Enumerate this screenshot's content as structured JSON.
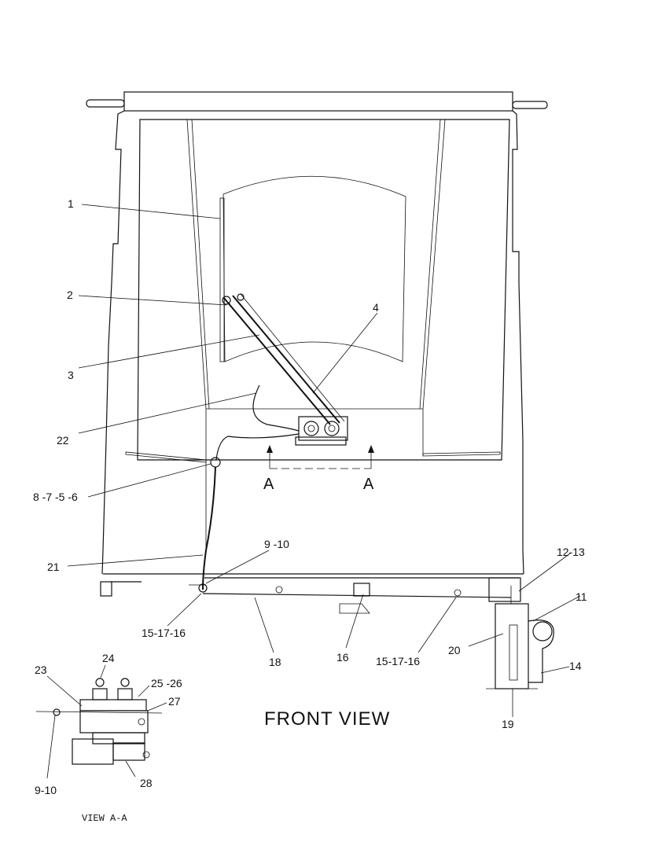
{
  "title": "FRONT VIEW",
  "subtitle": "VIEW A-A",
  "section_mark": "A",
  "callouts": {
    "c1": "1",
    "c2": "2",
    "c3": "3",
    "c4": "4",
    "c22": "22",
    "c8": "8 -7 -5 -6",
    "c21": "21",
    "c9top": "9 -10",
    "c15left": "15-17-16",
    "c18": "18",
    "c16": "16",
    "c15right": "15-17-16",
    "c12": "12-13",
    "c11": "11",
    "c20": "20",
    "c14": "14",
    "c19": "19",
    "c23": "23",
    "c24": "24",
    "c25": "25 -26",
    "c27": "27",
    "c28": "28",
    "c9bottom": "9-10"
  }
}
